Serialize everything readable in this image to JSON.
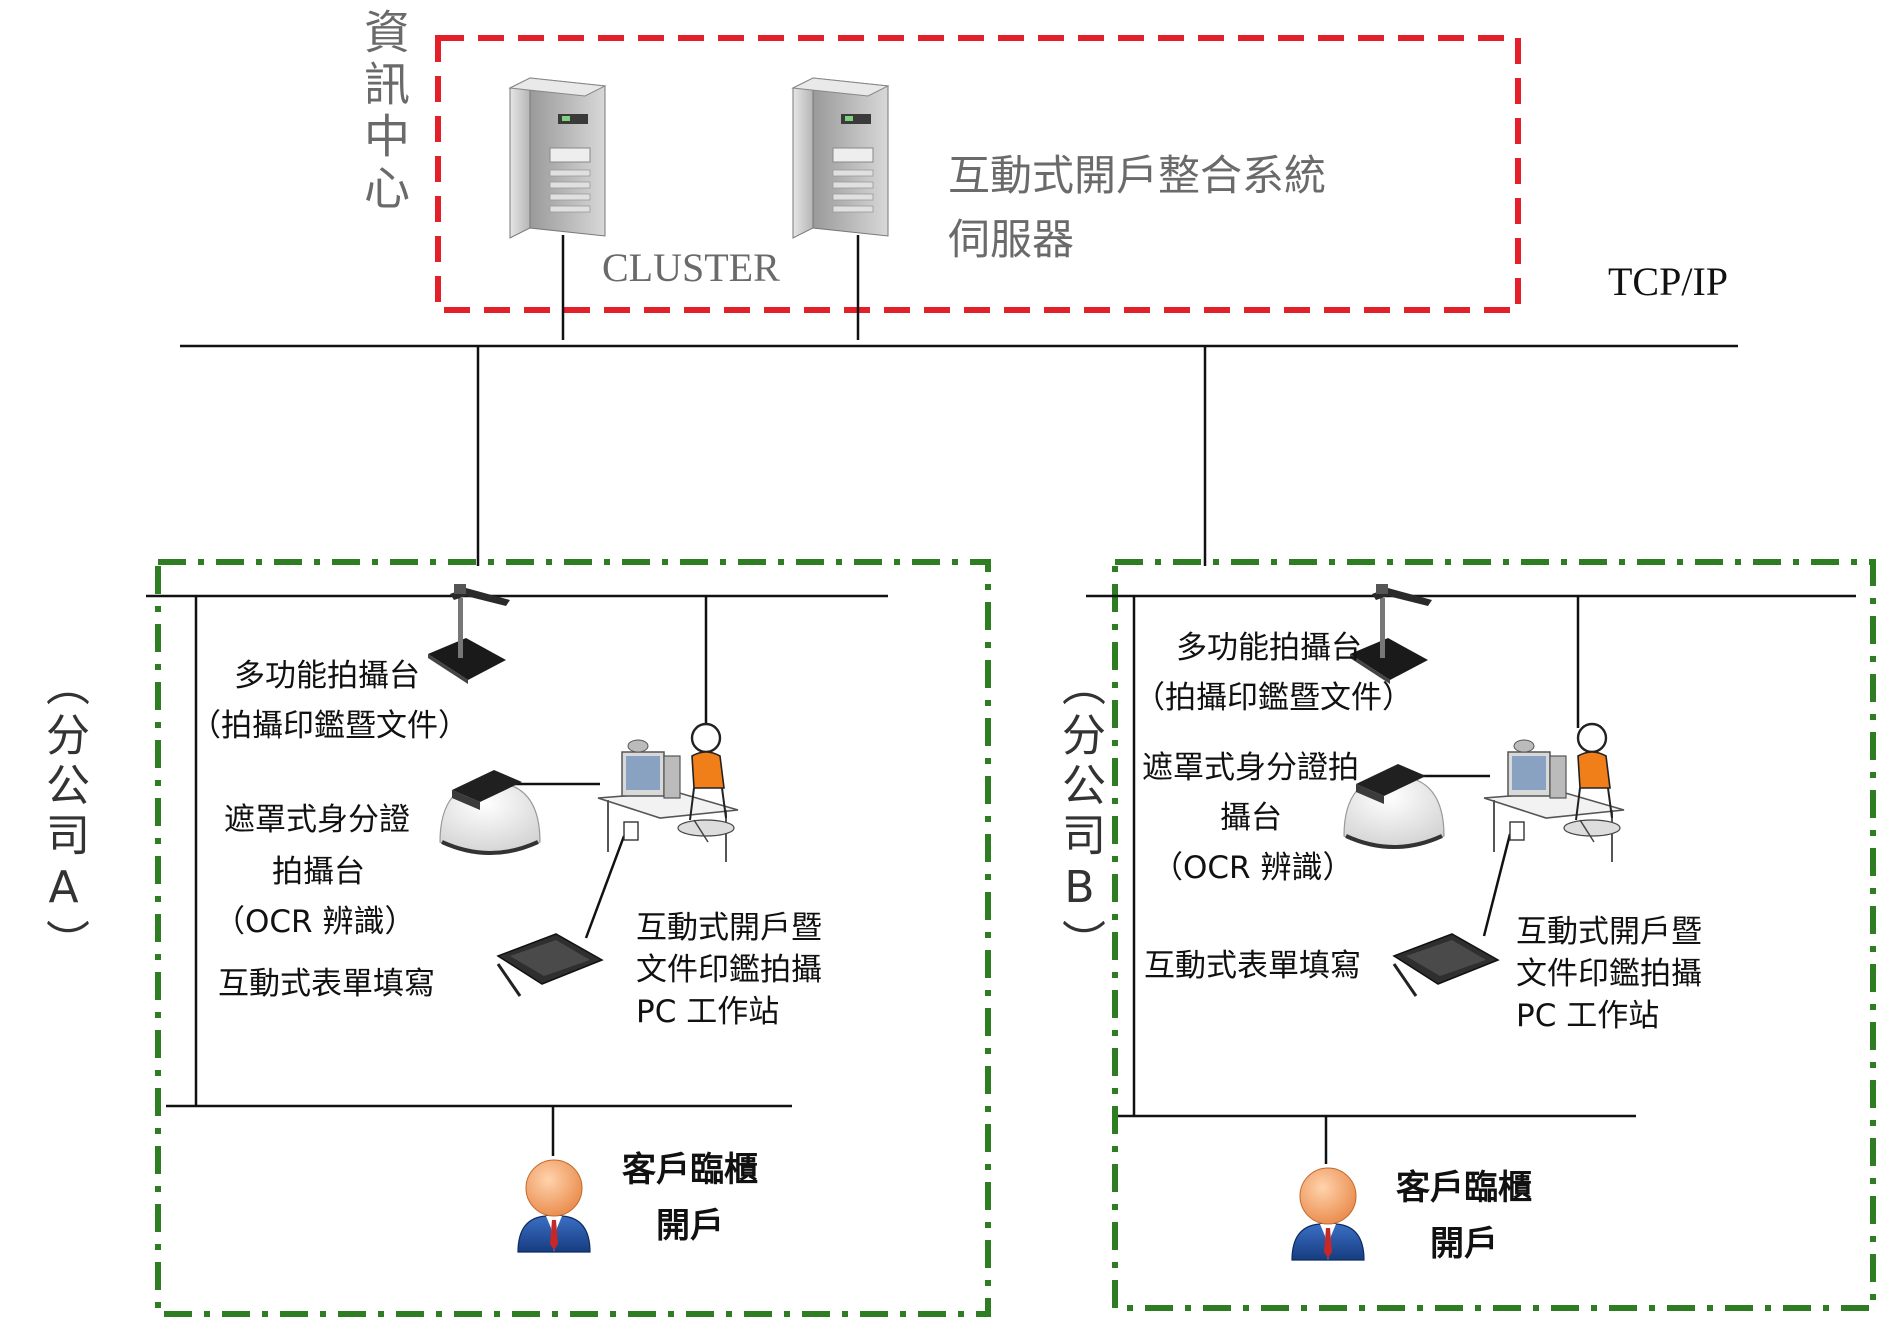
{
  "datacenter": {
    "title": "資訊中心",
    "cluster_label": "CLUSTER",
    "server_label_line1": "互動式開戶整合系統",
    "server_label_line2": "伺服器",
    "network_label": "TCP/IP"
  },
  "branch_a": {
    "title": "（分公司A）",
    "camera_stand_line1": "多功能拍攝台",
    "camera_stand_line2": "（拍攝印鑑暨文件）",
    "id_scanner_line1": "遮罩式身分證",
    "id_scanner_line2": "拍攝台",
    "id_scanner_line3": "（OCR 辨識）",
    "form_fill": "互動式表單填寫",
    "workstation_line1": "互動式開戶暨",
    "workstation_line2": "文件印鑑拍攝",
    "workstation_line3": "PC 工作站",
    "counter_line1": "客戶臨櫃",
    "counter_line2": "開戶"
  },
  "branch_b": {
    "title": "（分公司B）",
    "camera_stand_line1": "多功能拍攝台",
    "camera_stand_line2": "（拍攝印鑑暨文件）",
    "id_scanner_line1": "遮罩式身分證拍",
    "id_scanner_line2": "攝台",
    "id_scanner_line3": "（OCR 辨識）",
    "form_fill": "互動式表單填寫",
    "workstation_line1": "互動式開戶暨",
    "workstation_line2": "文件印鑑拍攝",
    "workstation_line3": "PC 工作站",
    "counter_line1": "客戶臨櫃",
    "counter_line2": "開戶"
  },
  "colors": {
    "datacenter_border": "#e3202a",
    "branch_border": "#2e7d22",
    "line": "#111111",
    "server_body": "#c9c9c9",
    "person_head": "#f5a36a",
    "person_suit": "#1f4f9c",
    "tie": "#c62828",
    "shirt_orange": "#f07f1a"
  },
  "icons": [
    "server-icon",
    "camera-stand-icon",
    "id-scanner-icon",
    "pc-workstation-icon",
    "signature-pad-icon",
    "customer-icon"
  ]
}
